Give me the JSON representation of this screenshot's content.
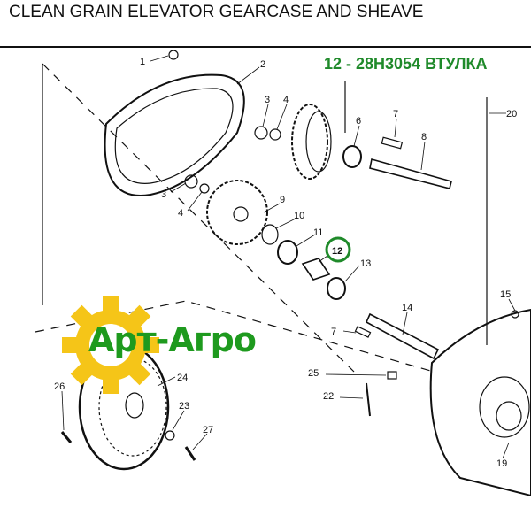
{
  "header": {
    "title": "CLEAN GRAIN ELEVATOR GEARCASE AND SHEAVE"
  },
  "highlight": {
    "label": "12 - 28H3054 ВТУЛКА",
    "color": "#1f8a2a",
    "part": "12"
  },
  "logo": {
    "text": "Арт-Агро",
    "gear_color": "#f5c518",
    "text_color": "#1e9a1e"
  },
  "callouts": [
    "1",
    "2",
    "3",
    "4",
    "3",
    "4",
    "6",
    "7",
    "8",
    "9",
    "10",
    "11",
    "12",
    "13",
    "14",
    "15",
    "7",
    "25",
    "22",
    "23",
    "24",
    "26",
    "27",
    "19",
    "20"
  ]
}
